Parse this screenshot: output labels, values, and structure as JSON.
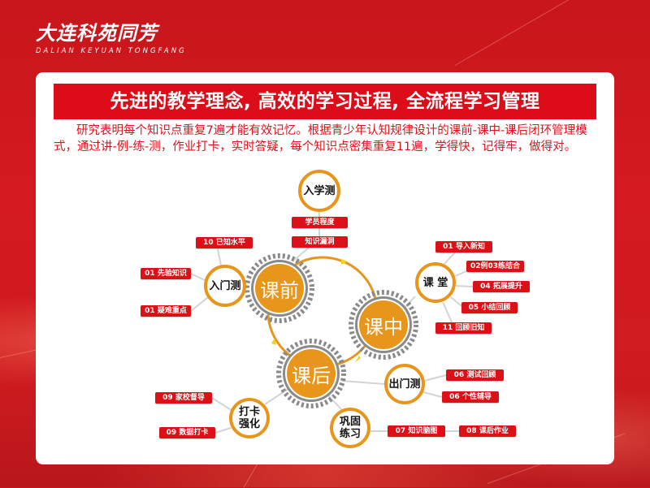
{
  "brand": {
    "name_cn": "大连科苑同芳",
    "name_en": "DALIAN  KEYUAN  TONGFANG"
  },
  "title": "先进的教学理念, 高效的学习过程, 全流程学习管理",
  "intro": "研究表明每个知识点重复7遍才能有效记忆。根据青少年认知规律设计的课前-课中-课后闭环管理模式，通过讲-例-练-测，作业打卡，实时答疑，每个知识点密集重复11遍，学得快，记得牢，做得对。",
  "colors": {
    "brand_red": "#dd0c19",
    "accent_orange": "#e8951c",
    "gear_gray": "#8a8a8a",
    "connector_gray": "#d4d4d4"
  },
  "cycle": {
    "stages": [
      {
        "id": "pre",
        "label": "课前"
      },
      {
        "id": "in",
        "label": "课中"
      },
      {
        "id": "post",
        "label": "课后"
      }
    ]
  },
  "nodes": {
    "entrance_test": {
      "label": "入学测",
      "tags": [
        "学员程度",
        "知识漏洞"
      ]
    },
    "intro_test": {
      "label": "入门测",
      "tags": [
        "10 已知水平",
        "01 先验知识",
        "01 疑难重点"
      ]
    },
    "classroom": {
      "label": "课 堂",
      "tags": [
        "01 导入新知",
        "02例03练结合",
        "04 拓展提升",
        "05 小结回顾",
        "11 回顾旧知"
      ]
    },
    "exit_test": {
      "label": "出门测",
      "tags": [
        "06 测试回顾",
        "06 个性辅导"
      ]
    },
    "checkin": {
      "label": "打卡强化",
      "line1": "打卡",
      "line2": "强化",
      "tags": [
        "09 家校督导",
        "09 数据打卡"
      ]
    },
    "practice": {
      "label": "巩固练习",
      "line1": "巩固",
      "line2": "练习",
      "tags": [
        "07 知识脑图",
        "08 课后作业"
      ]
    }
  }
}
